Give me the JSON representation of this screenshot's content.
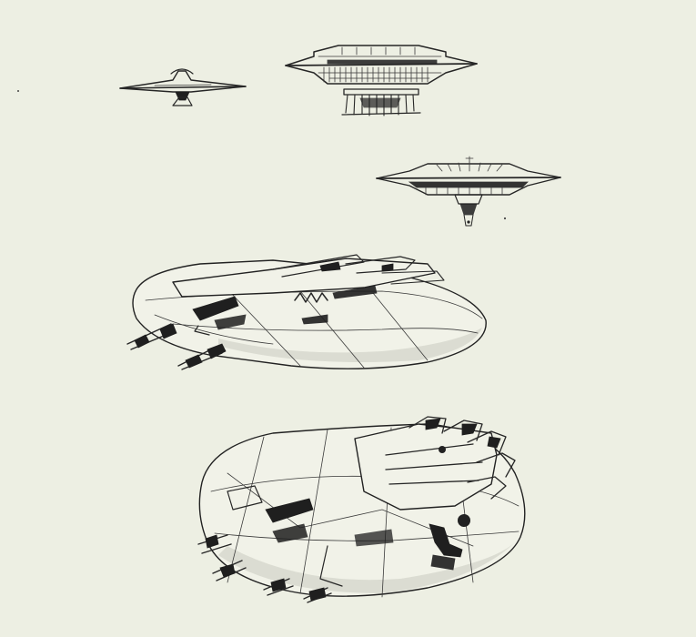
{
  "page": {
    "background": "#edefe3",
    "ink": "#262626"
  },
  "illustration": {
    "subjects": [
      "small-saucer",
      "large-saucer",
      "mid-saucer",
      "starfighter-side",
      "starfighter-top"
    ]
  }
}
